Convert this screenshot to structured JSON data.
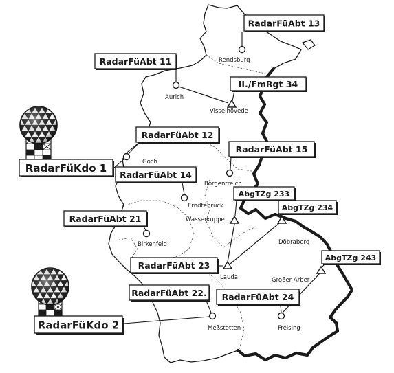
{
  "units": {
    "abt13": "RadarFüAbt 13",
    "abt11": "RadarFüAbt 11",
    "fmrgt34": "II./FmRgt 34",
    "abt12": "RadarFüAbt 12",
    "abt15": "RadarFüAbt 15",
    "abt14": "RadarFüAbt 14",
    "tzg233": "AbgTZg 233",
    "tzg234": "AbgTZg 234",
    "abt21": "RadarFüAbt 21",
    "tzg243": "AbgTZg 243",
    "abt23": "RadarFüAbt 23",
    "abt22": "RadarFüAbt 22.",
    "abt24": "RadarFüAbt 24"
  },
  "commands": {
    "kdo1": "RadarFüKdo 1",
    "kdo2": "RadarFüKdo 2"
  },
  "sites": {
    "rendsburg": {
      "name": "Rendsburg",
      "symbol": "circle"
    },
    "aurich": {
      "name": "Aurich",
      "symbol": "circle"
    },
    "visselhoevede": {
      "name": "Visselhövede",
      "symbol": "triangle"
    },
    "goch": {
      "name": "Goch",
      "symbol": "circle"
    },
    "borgentreich": {
      "name": "Borgentreich",
      "symbol": "circle"
    },
    "erndtebrueck": {
      "name": "Erndtebrück",
      "symbol": "circle"
    },
    "wasserkuppe": {
      "name": "Wasserkuppe",
      "symbol": "triangle"
    },
    "doebraberg": {
      "name": "Döbraberg",
      "symbol": "triangle"
    },
    "birkenfeld": {
      "name": "Birkenfeld",
      "symbol": "circle"
    },
    "lauda": {
      "name": "Lauda",
      "symbol": "triangle"
    },
    "grosser_arber": {
      "name": "Großer Arber",
      "symbol": "triangle"
    },
    "messstetten": {
      "name": "Meßstetten",
      "symbol": "circle"
    },
    "freising": {
      "name": "Freising",
      "symbol": "circle"
    }
  },
  "icons": {
    "command": "radar-dome-icon",
    "radar_site": "circle-marker-icon",
    "relay_site": "triangle-marker-icon"
  },
  "colors": {
    "ink": "#1b1b1b",
    "paper": "#ffffff"
  }
}
